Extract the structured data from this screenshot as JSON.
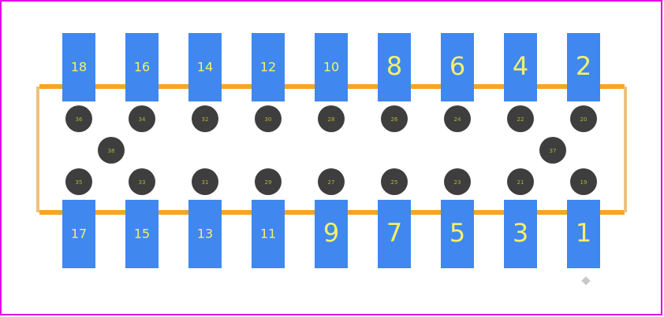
{
  "colors": {
    "border": "#e100e1",
    "pad": "#4088f0",
    "pad_label": "#f5f06a",
    "outline": "#f5a623",
    "outline_side": "#f0c080",
    "hole": "#3e3e3e",
    "hole_label": "#b5b236",
    "origin_marker": "#c8c8c8"
  },
  "top_pads": [
    {
      "label": "18"
    },
    {
      "label": "16"
    },
    {
      "label": "14"
    },
    {
      "label": "12"
    },
    {
      "label": "10"
    },
    {
      "label": "8"
    },
    {
      "label": "6"
    },
    {
      "label": "4"
    },
    {
      "label": "2"
    }
  ],
  "bottom_pads": [
    {
      "label": "17"
    },
    {
      "label": "15"
    },
    {
      "label": "13"
    },
    {
      "label": "11"
    },
    {
      "label": "9"
    },
    {
      "label": "7"
    },
    {
      "label": "5"
    },
    {
      "label": "3"
    },
    {
      "label": "1"
    }
  ],
  "top_holes": [
    "36",
    "34",
    "32",
    "30",
    "28",
    "26",
    "24",
    "22",
    "20"
  ],
  "bottom_holes": [
    "35",
    "33",
    "31",
    "29",
    "27",
    "25",
    "23",
    "21",
    "19"
  ],
  "mount_holes": [
    "38",
    "37"
  ]
}
